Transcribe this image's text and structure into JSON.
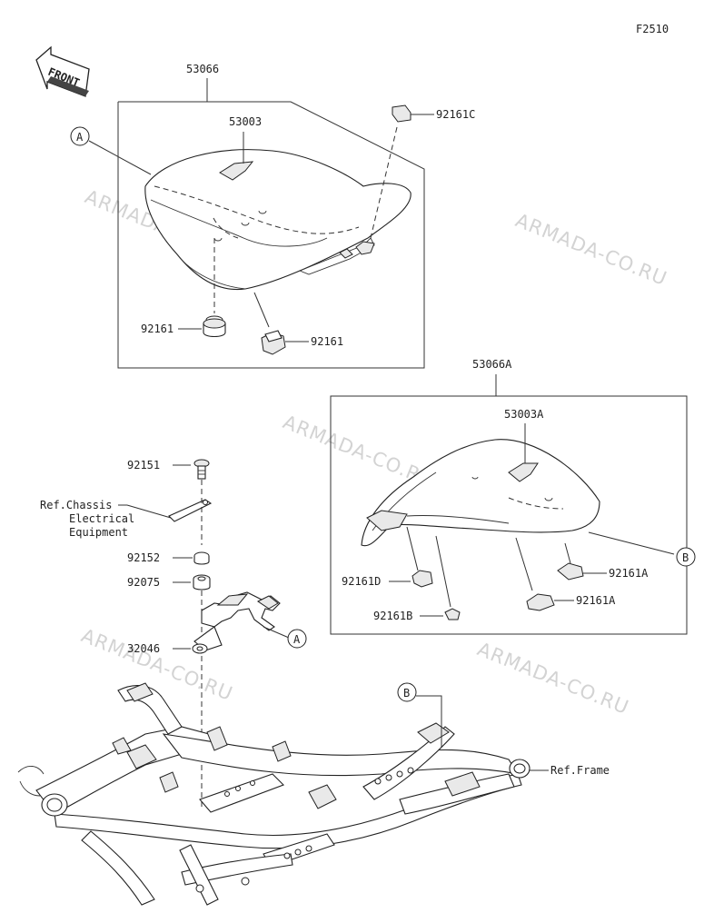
{
  "figure_code": "F2510",
  "front_label": "FRONT",
  "watermark": "ARMADA-CO.RU",
  "callouts": {
    "a": "A",
    "b": "B"
  },
  "parts": {
    "seat_assy": "53066",
    "seat_cover": "53003",
    "damper_c": "92161C",
    "damper_1": "92161",
    "damper_2": "92161",
    "rear_seat_assy": "53066A",
    "rear_seat_cover": "53003A",
    "damper_d": "92161D",
    "damper_b": "92161B",
    "damper_a1": "92161A",
    "damper_a2": "92161A",
    "bolt": "92151",
    "collar": "92152",
    "grommet": "92075",
    "bracket": "32046"
  },
  "references": {
    "chassis_line1": "Ref.Chassis",
    "chassis_line2": "Electrical",
    "chassis_line3": "Equipment",
    "frame": "Ref.Frame"
  }
}
